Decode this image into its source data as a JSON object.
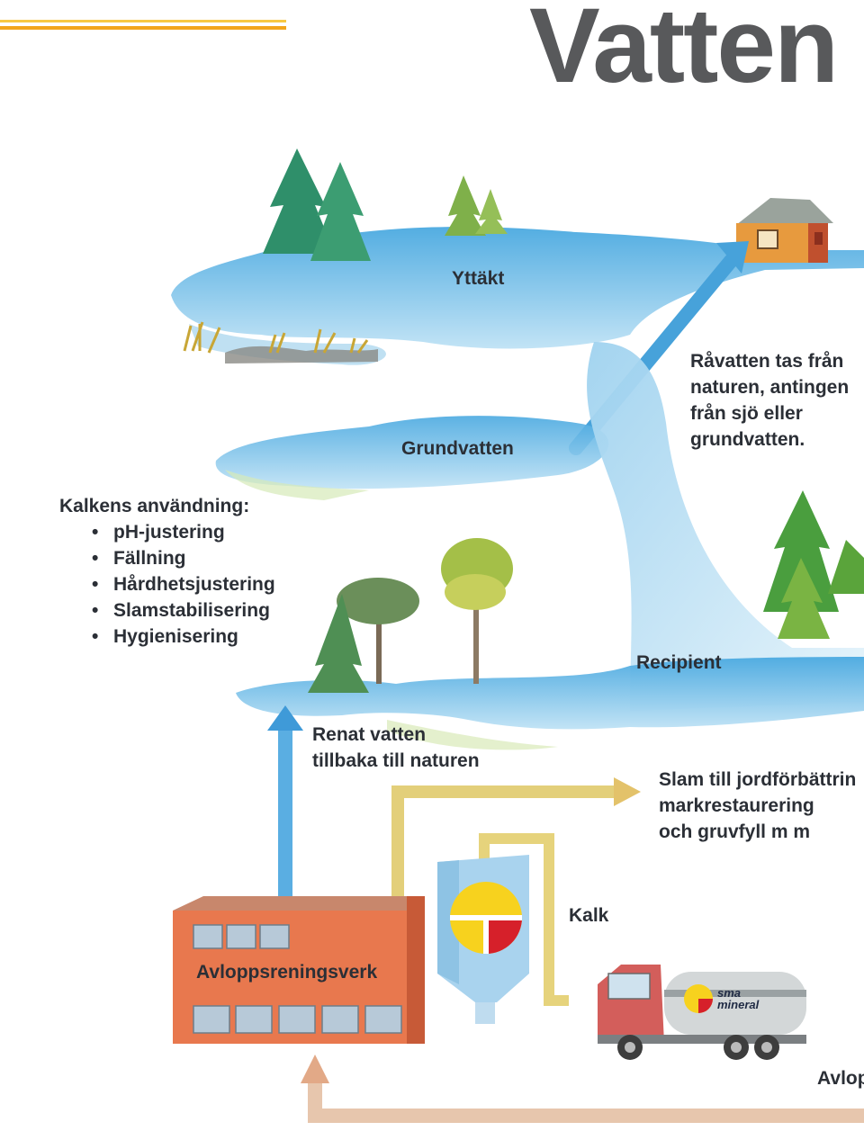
{
  "title": "Vatten",
  "labels": {
    "uptake": "Yttäkt",
    "groundwater": "Grundvatten",
    "raw_water": [
      "Råvatten tas från",
      "naturen, antingen",
      "från sjö eller",
      "grundvatten."
    ],
    "recipient": "Recipient",
    "clean_water": [
      "Renat vatten",
      "tillbaka till naturen"
    ],
    "sludge": [
      "Slam till jordförbättrin",
      "markrestaurering",
      "och gruvfyll m m"
    ],
    "lime": "Kalk",
    "treatment_plant": "Avloppsreningsverk",
    "sewage_cut": "Avlop"
  },
  "lime_uses": {
    "heading": "Kalkens användning:",
    "items": [
      "pH-justering",
      "Fällning",
      "Hårdhetsjustering",
      "Slamstabilisering",
      "Hygienisering"
    ]
  },
  "truck": {
    "brand_top": "sma",
    "brand_bottom": "mineral"
  },
  "colors": {
    "accent_line": "#f2a51a",
    "water": "#5fb6e6",
    "water_light": "#cfe8f7",
    "arrow_blue": "#3f9ad8",
    "arrow_yellow": "#e3cf7a",
    "building": "#e8784e",
    "silo": "#a9d3ee",
    "logo_yellow": "#f7d21e",
    "logo_red": "#d6202a",
    "text": "#2b2f36",
    "title": "#58595b"
  }
}
